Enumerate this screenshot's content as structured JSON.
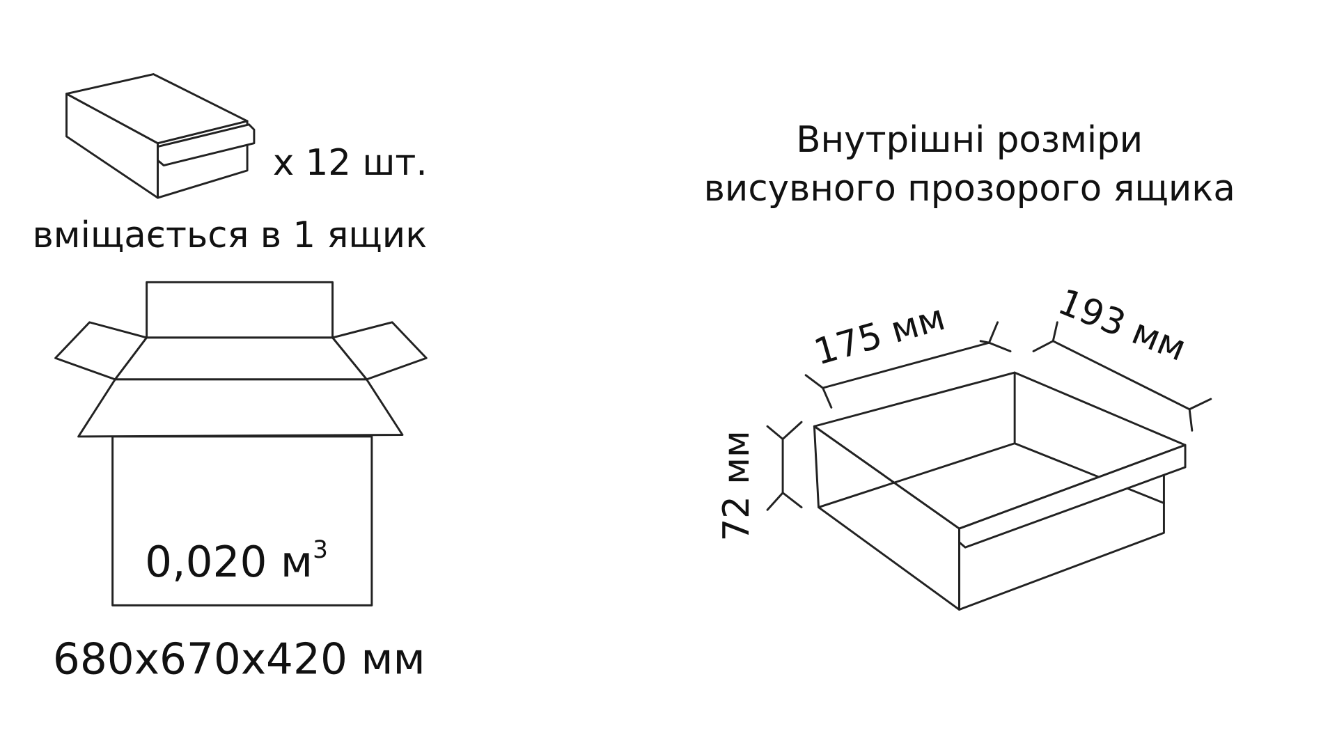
{
  "left": {
    "quantity": "х 12 шт.",
    "fits_label": "вміщається в 1 ящик",
    "volume": "0,020 м",
    "volume_sup": "3",
    "carton_dimensions": "680х670х420 мм"
  },
  "right": {
    "title_line1": "Внутрішні розміри",
    "title_line2": "висувного прозорого ящика",
    "width_label": "175 мм",
    "depth_label": "193 мм",
    "height_label": "72 мм"
  }
}
